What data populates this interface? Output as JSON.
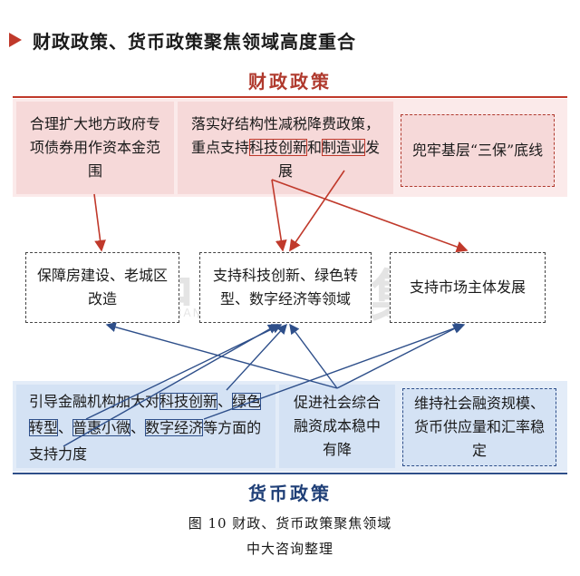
{
  "heading": "财政政策、货币政策聚焦领域高度重合",
  "fiscal_label": "财政政策",
  "monetary_label": "货币政策",
  "fiscal_boxes": {
    "f1": "合理扩大地方政府专项债券用作资本金范围",
    "f2_pre": "落实好结构性减税降费政策，重点支持",
    "f2_hl1": "科技创新",
    "f2_mid": "和",
    "f2_hl2": "制造业",
    "f2_post": "发展",
    "f3": "兜牢基层“三保”底线"
  },
  "mid_boxes": {
    "m1": "保障房建设、老城区改造",
    "m2": "支持科技创新、绿色转型、数字经济等领域",
    "m3": "支持市场主体发展"
  },
  "monetary_boxes": {
    "b1_pre": "引导金融机构加大对",
    "b1_hl1": "科技创新",
    "b1_sep1": "、",
    "b1_hl2": "绿色转型",
    "b1_sep2": "、",
    "b1_hl3": "普惠小微",
    "b1_sep3": "、",
    "b1_hl4": "数字经济",
    "b1_post": "等方面的支持力度",
    "b2": "促进社会综合融资成本稳中有降",
    "b3": "维持社会融资规模、货币供应量和汇率稳定"
  },
  "watermark": {
    "big": "MI 中大咨询集团",
    "small": "MANAGEMENT  PROFESSIONAL GROUP"
  },
  "caption": "图 10 财政、货币政策聚焦领域",
  "source": "中大咨询整理",
  "colors": {
    "fiscal": "#c0392b",
    "monetary": "#2e4f8a"
  }
}
